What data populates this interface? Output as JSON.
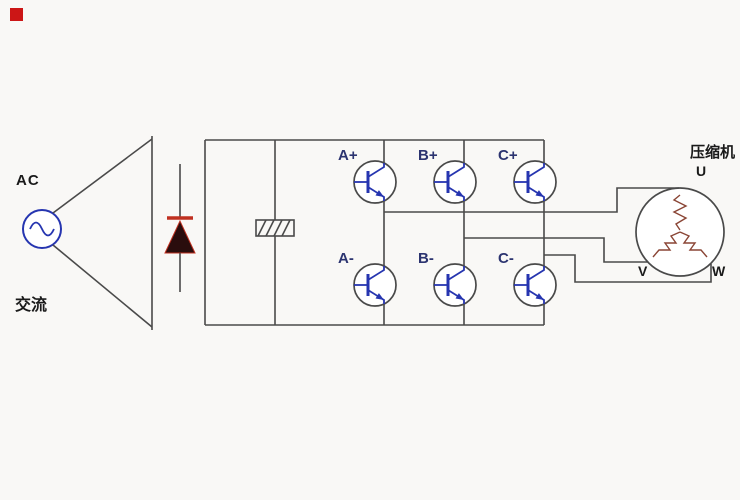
{
  "ac_source": {
    "label": "AC",
    "caption": "交流"
  },
  "inverter": {
    "transistor_labels": [
      "A+",
      "B+",
      "C+",
      "A-",
      "B-",
      "C-"
    ]
  },
  "motor": {
    "label": "压缩机",
    "terminals": {
      "u": "U",
      "v": "V",
      "w": "W"
    }
  },
  "colors": {
    "wire": "#4a4a4a",
    "device_blue": "#2635b0",
    "diode_bar_red": "#c03020",
    "diode_body": "#2a0d0d",
    "winding_brown": "#8a4535",
    "label_navy": "#2c3470",
    "watermark_red": "#cc1616",
    "background": "#f9f8f6"
  }
}
